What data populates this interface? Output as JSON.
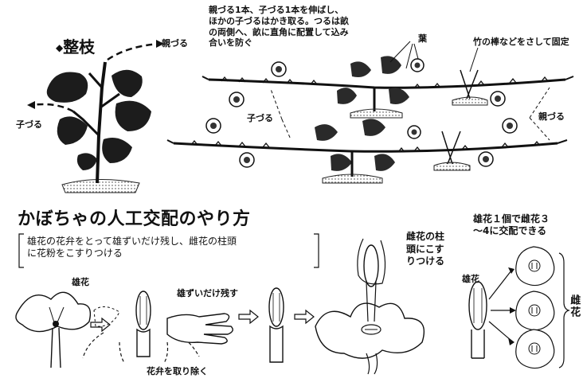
{
  "pruning": {
    "title": "整枝",
    "bullet": "◆",
    "note": "親づる1本、子づる1本を伸ばし、\nほかの子づるはかき取る。つるは畝\nの両側へ、畝に直角に配置して込み\n合いを防ぐ",
    "label_oyazuru_left": "親づる",
    "label_kozuru_left": "子づる",
    "label_leaf": "葉",
    "label_bamboo": "竹の棒などをさして固定",
    "label_kozuru_mid": "子づる",
    "label_oyazuru_right": "親づる"
  },
  "pollination": {
    "title": "かぼちゃの人工交配のやり方",
    "instruction": "雄花の花弁をとって雄ずいだけ残し、雌花の柱頭\nに花粉をこすりつける",
    "label_male_flower": "雄花",
    "label_keep_stamen": "雄ずいだけ残す",
    "label_remove_petals": "花弁を取り除く",
    "label_rub_stigma": "雌花の柱\n頭にこす\nりつける",
    "label_male_flower2": "雄花",
    "label_ratio": "雄花１個で雌花３\n～4に交配できる",
    "label_female_flower_vertical": "雌花"
  }
}
